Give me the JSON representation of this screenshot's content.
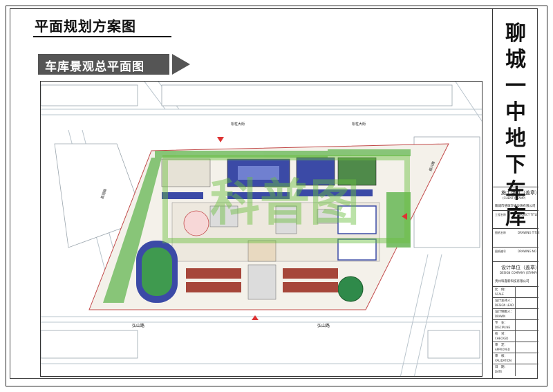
{
  "sheet": {
    "title": "平面规划方案图",
    "subtitle": "车库景观总平面图"
  },
  "plan": {
    "roads": {
      "north_1": "松柱大街",
      "north_2": "松柱大街",
      "south_1": "弘山路",
      "south_2": "弘山路",
      "west": "昌润路",
      "east": "振兴路"
    },
    "watermark": "科普图"
  },
  "title_block": {
    "project_name": "聊城一中地下车库",
    "construction_unit_cn": "施工单位（盖章）",
    "construction_unit_en": "(CLIENT (STAMP)",
    "construction_company": "聊城市德辉交通设施有限公司",
    "project_label": "工程名称",
    "project_en": "PROJECT TITLE",
    "drawing_label": "图纸名称",
    "drawing_en": "DRAWING TITLE",
    "drawing_no_label": "图纸编号",
    "drawing_no_en": "DRAWING NO.",
    "design_unit_cn": "设计单位（盖章）",
    "design_unit_en": "DESIGN COMPANY (STAMP)",
    "design_company": "贵州科嘉新科技有限公司",
    "rows": [
      {
        "label": "比　例：",
        "en": "SCALE"
      },
      {
        "label": "设计主持人：",
        "en": "DESIGN LEAD"
      },
      {
        "label": "设计制图人：",
        "en": "DRAWN"
      },
      {
        "label": "专　业：",
        "en": "DISCIPLINE"
      },
      {
        "label": "校　对：",
        "en": "CHECKED"
      },
      {
        "label": "审　定：",
        "en": "APPROVED"
      },
      {
        "label": "审　核：",
        "en": "VALIDATION"
      },
      {
        "label": "日　期：",
        "en": "DATE"
      }
    ]
  },
  "colors": {
    "frame": "#222222",
    "subtitle_bar": "#555555",
    "road": "#e9eef2",
    "grass": "#7cc06b",
    "building_blue": "#3b4aa6",
    "building_red": "#a6463a",
    "watermark": "#6bbf3f"
  }
}
